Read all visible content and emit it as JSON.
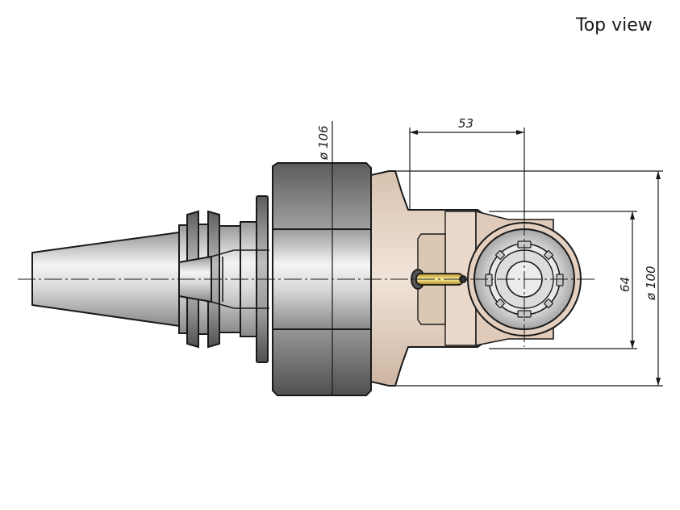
{
  "drawing": {
    "view_title": "Top view",
    "dimensions": {
      "dia_flange": "ø 106",
      "offset": "53",
      "height_inner": "64",
      "dia_outer": "ø 100"
    },
    "colors": {
      "steel_dark": "#8c8c8c",
      "steel_light": "#d9d9d9",
      "body_tan": "#e6d3c3",
      "pin_yellow": "#f2d64b",
      "line": "#1a1a1a"
    }
  }
}
